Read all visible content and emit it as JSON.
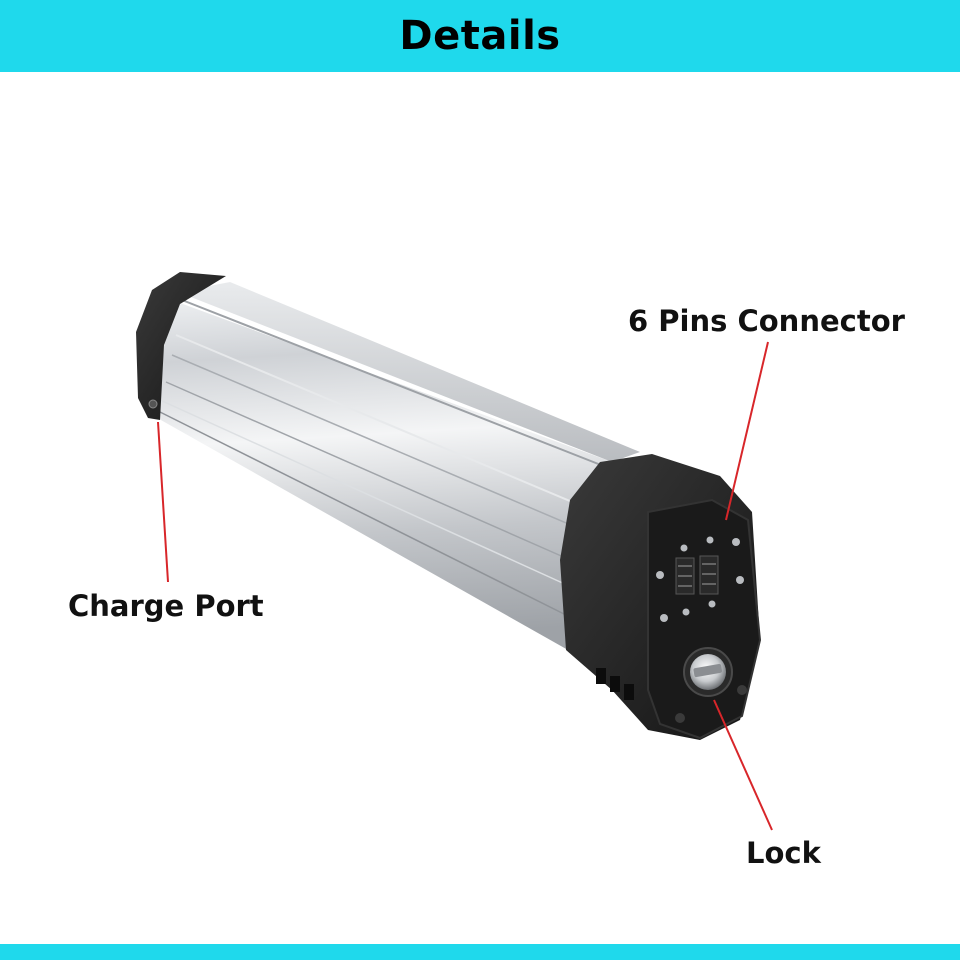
{
  "header": {
    "title": "Details"
  },
  "callouts": {
    "connector": "6 Pins Connector",
    "charge_port": "Charge Port",
    "lock": "Lock"
  },
  "colors": {
    "banner": "#1fd9ec",
    "pointer": "#d8262a",
    "casing": "#c9ccd0",
    "end_cap": "#1c1c1c"
  },
  "icons": {
    "lock": "key-lock-icon",
    "connector": "pin-connector-icon",
    "charge": "charge-port-icon"
  }
}
